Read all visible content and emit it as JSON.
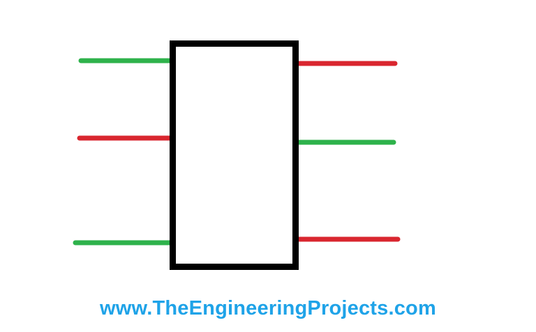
{
  "colors": {
    "green": "#2eb24b",
    "red": "#d9262f",
    "body": "#000000",
    "watermark": "#1fa3e8"
  },
  "watermark": {
    "text": "www.TheEngineeringProjects.com"
  },
  "pins": {
    "left": [
      "green",
      "red",
      "green"
    ],
    "right": [
      "red",
      "green",
      "red"
    ]
  }
}
